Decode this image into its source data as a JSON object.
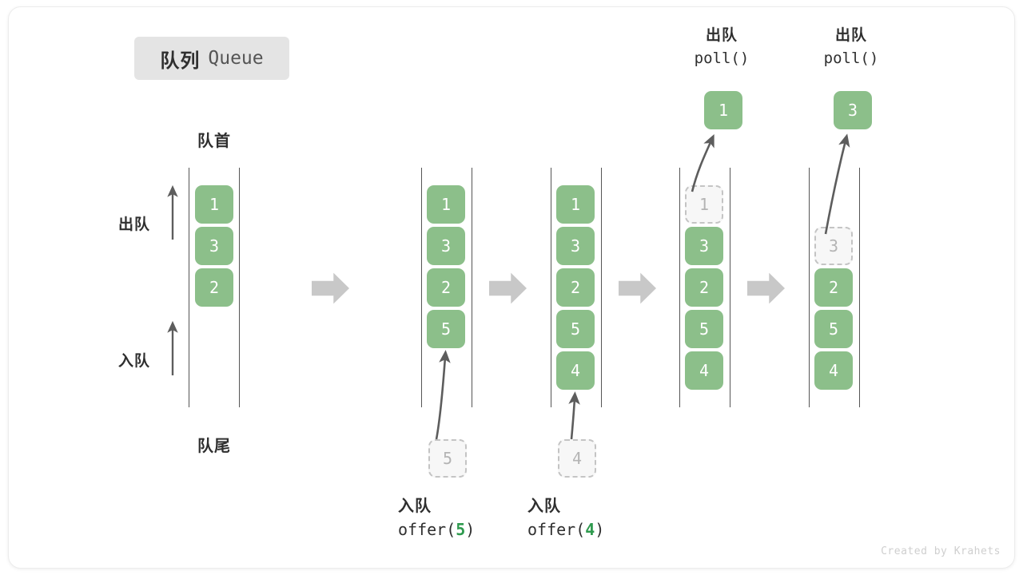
{
  "title": {
    "cn": "队列",
    "en": "Queue"
  },
  "labels": {
    "front": "队首",
    "rear": "队尾",
    "dequeue_side": "出队",
    "enqueue_side": "入队"
  },
  "colors": {
    "element": "#8cbf8a",
    "ghost_fill": "#f7f7f7",
    "ghost_border": "#c4c4c4",
    "rail": "#555555",
    "flow_arrow": "#c8c8c8",
    "code_accent": "#2e9a4e",
    "badge_bg": "#e4e4e4"
  },
  "columns": [
    {
      "id": "state-initial",
      "slots": [
        "1",
        "3",
        "2",
        "",
        ""
      ],
      "ghost_index": null,
      "op_label": null,
      "op_code": null,
      "top_label": null,
      "result_value": null
    },
    {
      "id": "state-after-offer-5",
      "slots": [
        "1",
        "3",
        "2",
        "5",
        ""
      ],
      "ghost_index": null,
      "op_label": "入队",
      "op_code_prefix": "offer(",
      "op_code_value": "5",
      "op_code_suffix": ")",
      "incoming_value": "5",
      "top_label": null,
      "result_value": null
    },
    {
      "id": "state-after-offer-4",
      "slots": [
        "1",
        "3",
        "2",
        "5",
        "4"
      ],
      "ghost_index": null,
      "op_label": "入队",
      "op_code_prefix": "offer(",
      "op_code_value": "4",
      "op_code_suffix": ")",
      "incoming_value": "4",
      "top_label": null,
      "result_value": null
    },
    {
      "id": "state-after-poll-1",
      "slots": [
        "1",
        "3",
        "2",
        "5",
        "4"
      ],
      "ghost_index": 0,
      "top_label_cn": "出队",
      "top_label_code": "poll()",
      "result_value": "1"
    },
    {
      "id": "state-after-poll-3",
      "slots": [
        "",
        "3",
        "2",
        "5",
        "4"
      ],
      "ghost_index": 1,
      "top_label_cn": "出队",
      "top_label_code": "poll()",
      "result_value": "3"
    }
  ],
  "flow_arrows": 4,
  "credit": "Created by Krahets"
}
